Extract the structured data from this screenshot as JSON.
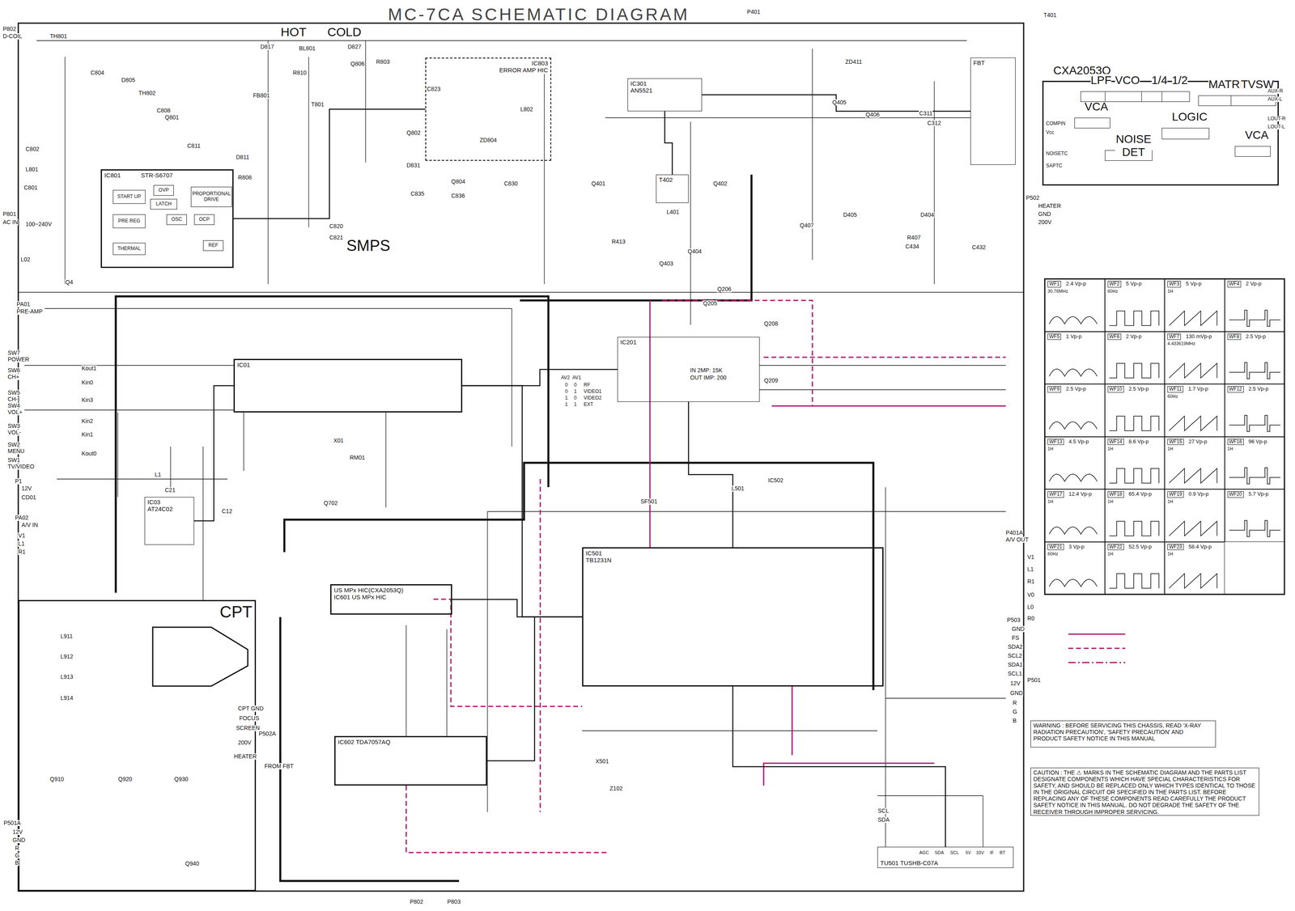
{
  "diagram": {
    "title": "MC-7CA SCHEMATIC DIAGRAM",
    "nodes": [
      {
        "text": [
          "IC801",
          "STR-S6707"
        ]
      },
      {
        "text": [
          "START UP"
        ],
        "in": 0
      },
      {
        "text": [
          "PRE REG"
        ],
        "in": 0
      },
      {
        "text": [
          "THERMAL"
        ],
        "in": 0
      },
      {
        "text": [
          "OVP"
        ],
        "in": 0
      },
      {
        "text": [
          "LATCH"
        ],
        "in": 0
      },
      {
        "text": [
          "PROPORTIONAL DRIVE"
        ],
        "in": 0
      },
      {
        "text": [
          "OSC"
        ],
        "in": 0
      },
      {
        "text": [
          "OCP"
        ],
        "in": 0
      },
      {
        "text": [
          "REF"
        ],
        "in": 0
      },
      {
        "text": [
          "IC803",
          "ERROR AMP HIC"
        ]
      },
      {
        "text": [
          "IC01"
        ]
      },
      {
        "text": [
          "IC201"
        ]
      },
      {
        "text": [
          "IC501",
          "TB1231N"
        ]
      },
      {
        "text": [
          "US MPx HIC(CXA2053Q)",
          "IC601 US MPx HIC"
        ]
      },
      {
        "text": [
          "IC602 TDA7057AQ"
        ]
      },
      {
        "text": [
          "IC03",
          "AT24C02"
        ]
      },
      {
        "text": [
          "IC301",
          "AN5521"
        ]
      },
      {
        "text": [
          "FBT"
        ]
      },
      {
        "text": [
          "T402"
        ]
      },
      {
        "text": [
          "CPT"
        ]
      },
      {
        "text": [
          "TU501 TUSHB-C07A"
        ]
      },
      {
        "text": [
          "CXA2053Q"
        ]
      },
      {
        "text": [
          "VCA"
        ],
        "in": 22
      },
      {
        "text": [
          "LPF"
        ],
        "in": 22
      },
      {
        "text": [
          "VCO"
        ],
        "in": 22
      },
      {
        "text": [
          "1/4"
        ],
        "in": 22
      },
      {
        "text": [
          "1/2"
        ],
        "in": 22
      },
      {
        "text": [
          "MATRIX"
        ],
        "in": 22
      },
      {
        "text": [
          "TVSW"
        ],
        "in": 22
      },
      {
        "text": [
          "LOGIC"
        ],
        "in": 22
      },
      {
        "text": [
          "NOISE DET"
        ],
        "in": 22
      },
      {
        "text": [
          "VCA"
        ],
        "in": 22
      },
      {
        "text": [
          "WARNING : BEFORE SERVICING THIS CHASSIS, READ 'X-RAY RADIATION PRECAUTION', 'SAFETY PRECAUTION' AND PRODUCT SAFETY NOTICE IN THIS MANUAL"
        ]
      },
      {
        "text": [
          "CAUTION : THE ⚠ MARKS IN THE SCHEMATIC DIAGRAM AND THE PARTS LIST DESIGNATE COMPONENTS WHICH HAVE SPECIAL CHARACTERISTICS FOR SAFETY, AND SHOULD BE REPLACED ONLY WHICH TYPES IDENTICAL TO THOSE IN THE ORIGINAL CIRCUIT OR SPECIFIED IN THE PARTS LIST. BEFORE REPLACING ANY OF THESE COMPONENTS READ CAREFULLY THE PRODUCT SAFETY NOTICE IN THIS MANUAL. DO NOT DEGRADE THE SAFETY OF THE RECEIVER THROUGH IMPROPER SERVICING."
        ]
      },
      {
        "text": [
          "WF1",
          "2.4 Vp-p",
          "30.76MHz"
        ]
      },
      {
        "text": [
          "WF2",
          "5 Vp-p",
          "60Hz"
        ]
      },
      {
        "text": [
          "WF3",
          "5 Vp-p",
          "1H"
        ]
      },
      {
        "text": [
          "WF4",
          "2 Vp-p"
        ]
      },
      {
        "text": [
          "WF5",
          "1 Vp-p"
        ]
      },
      {
        "text": [
          "WF6",
          "2 Vp-p"
        ]
      },
      {
        "text": [
          "WF7",
          "130 mVp-p",
          "4.433619MHz"
        ]
      },
      {
        "text": [
          "WF8",
          "2.5 Vp-p"
        ]
      },
      {
        "text": [
          "WF9",
          "2.5 Vp-p"
        ]
      },
      {
        "text": [
          "WF10",
          "2.5 Vp-p"
        ]
      },
      {
        "text": [
          "WF11",
          "1.7 Vp-p",
          "60Hz"
        ]
      },
      {
        "text": [
          "WF12",
          "2.5 Vp-p"
        ]
      },
      {
        "text": [
          "WF13",
          "4.5 Vp-p",
          "1H"
        ]
      },
      {
        "text": [
          "WF14",
          "8.6 Vp-p",
          "1H"
        ]
      },
      {
        "text": [
          "WF15",
          "27 Vp-p",
          "1H"
        ]
      },
      {
        "text": [
          "WF16",
          "96 Vp-p",
          "1H"
        ]
      },
      {
        "text": [
          "WF17",
          "12.4 Vp-p",
          "1H"
        ]
      },
      {
        "text": [
          "WF18",
          "65.4 Vp-p",
          "1H"
        ]
      },
      {
        "text": [
          "WF19",
          "0.9 Vp-p",
          "1H"
        ]
      },
      {
        "text": [
          "WF20",
          "5.7 Vp-p"
        ]
      },
      {
        "text": [
          "WF21",
          "3 Vp-p",
          "60Hz"
        ]
      },
      {
        "text": [
          "WF22",
          "52.5 Vp-p",
          "1H"
        ]
      },
      {
        "text": [
          "WF23",
          "58.4 Vp-p",
          "1H"
        ]
      }
    ],
    "edges": [
      {
        "from": 11,
        "to": 16,
        "arrow": "none"
      },
      {
        "from": 11,
        "to": 12,
        "arrow": "none"
      },
      {
        "from": 11,
        "to": 13,
        "arrow": "none"
      },
      {
        "from": 14,
        "to": 13,
        "arrow": "none"
      },
      {
        "from": 13,
        "to": 15,
        "arrow": "none"
      },
      {
        "from": 21,
        "to": 13,
        "arrow": "none"
      },
      {
        "from": 12,
        "to": 13,
        "arrow": "none"
      },
      {
        "from": 17,
        "to": 18,
        "arrow": "none"
      },
      {
        "from": 0,
        "to": 10,
        "arrow": "none"
      },
      {
        "from": 19,
        "to": 17,
        "arrow": "none"
      }
    ],
    "labels": [
      "HOT",
      "COLD",
      "SMPS",
      "P802",
      "D-COIL",
      "TH801",
      "D817",
      "BL801",
      "D827",
      "Q806",
      "R803",
      "C804",
      "D805",
      "TH802",
      "C808",
      "Q801",
      "R810",
      "FB801",
      "T801",
      "C823",
      "D831",
      "Q802",
      "ZD804",
      "Q804",
      "L802",
      "C830",
      "C835",
      "C836",
      "D811",
      "C811",
      "R808",
      "C820",
      "C821",
      "C802",
      "L801",
      "C801",
      "P801",
      "AC IN",
      "100~240V",
      "L02",
      "Q4",
      "PA01",
      "PRE-AMP",
      "SW7",
      "POWER",
      "SW6",
      "CH+",
      "SW5",
      "CH-",
      "SW4",
      "VOL+",
      "SW3",
      "VOL-",
      "SW2",
      "MENU",
      "SW1",
      "TV/VIDEO",
      "Kout1",
      "Kin0",
      "Kin3",
      "Kin2",
      "Kin1",
      "Kout0",
      "P1",
      "12V",
      "CD01",
      "PA02",
      "A/V IN",
      "V1",
      "L1",
      "R1",
      "L1",
      "C21",
      "X01",
      "Q702",
      "C12",
      "RM01",
      "P401",
      "T401",
      "Q401",
      "Q402",
      "L401",
      "Q403",
      "Q404",
      "R413",
      "ZD411",
      "Q405",
      "Q406",
      "Q407",
      "D404",
      "D405",
      "R407",
      "C434",
      "C432",
      "C311",
      "C312",
      "P502",
      "HEATER",
      "GND",
      "200V",
      "AV2",
      "AV1",
      "0",
      "0",
      "RF",
      "0",
      "1",
      "VIDEO1",
      "1",
      "0",
      "VIDEO2",
      "1",
      "1",
      "EXT",
      "IN 2MP: 15K",
      "OUT IMP: 200",
      "Q205",
      "Q206",
      "Q208",
      "Q209",
      "SF501",
      "L501",
      "IC502",
      "X501",
      "Z102",
      "P401A",
      "A/V OUT",
      "V1",
      "L1",
      "R1",
      "V0",
      "L0",
      "R0",
      "P503",
      "GND",
      "FS",
      "SDA2",
      "SCL2",
      "SDA1",
      "SCL1",
      "P501",
      "12V",
      "GND",
      "R",
      "G",
      "B",
      "P802",
      "P803",
      "SCL",
      "SDA",
      "AGC",
      "SDA",
      "SCL",
      "5V",
      "33V",
      "IF",
      "BT",
      "Q910",
      "Q920",
      "Q930",
      "Q940",
      "CPT GND",
      "FOCUS",
      "SCREEN",
      "200V",
      "HEATER",
      "P502A",
      "FROM FBT",
      "P501A",
      "12V",
      "GND",
      "R",
      "G",
      "B",
      "L911",
      "L912",
      "L913",
      "L914",
      "COMPIN",
      "Vcc",
      "NOISETC",
      "SAPTC",
      "AUX-R",
      "AUX-L",
      "LOUT-R",
      "LOUT-L"
    ]
  }
}
